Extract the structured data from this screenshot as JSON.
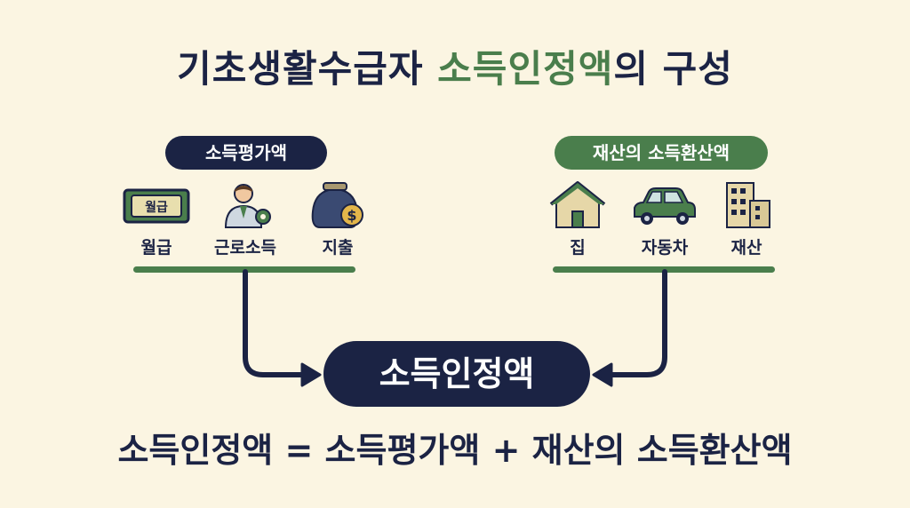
{
  "title": {
    "prefix": "기초생활수급자 ",
    "highlight": "소득인정액",
    "suffix": "의 구성"
  },
  "left_group": {
    "label": "소득평가액",
    "items": [
      {
        "label": "월급",
        "icon": "money-bill-icon",
        "icon_text": "월급"
      },
      {
        "label": "근로소득",
        "icon": "worker-gear-icon"
      },
      {
        "label": "지출",
        "icon": "money-bag-icon",
        "icon_text": "$"
      }
    ]
  },
  "right_group": {
    "label": "재산의 소득환산액",
    "items": [
      {
        "label": "집",
        "icon": "house-icon"
      },
      {
        "label": "자동차",
        "icon": "car-icon"
      },
      {
        "label": "재산",
        "icon": "buildings-icon"
      }
    ]
  },
  "center": {
    "label": "소득인정액"
  },
  "formula": "소득인정액 = 소득평가액 + 재산의 소득환산액",
  "colors": {
    "background": "#fbf5e2",
    "navy": "#1b2344",
    "green": "#4a7e4c"
  }
}
